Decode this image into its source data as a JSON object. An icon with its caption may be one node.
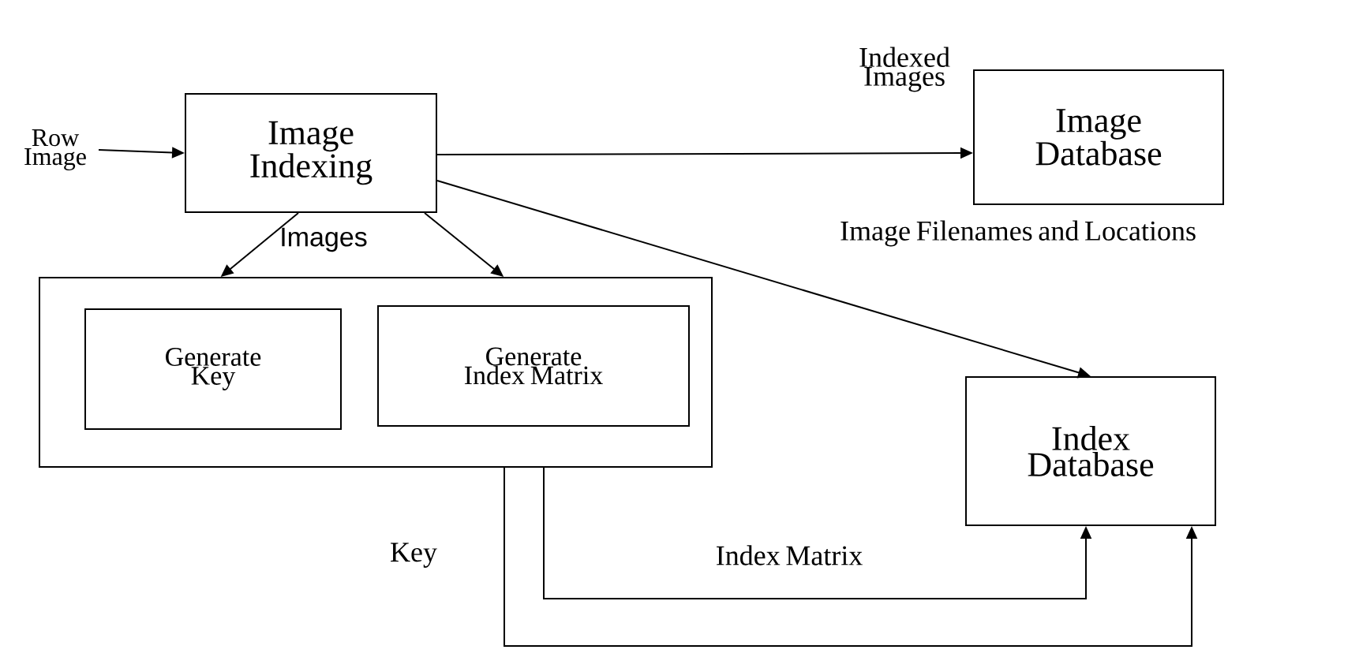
{
  "diagram": {
    "nodes": [
      {
        "text": [
          "Row Image"
        ]
      },
      {
        "text": [
          "Image Indexing"
        ]
      },
      {
        "text": [
          "Image Database"
        ]
      },
      {
        "text": [],
        "shape": "box"
      },
      {
        "text": [
          "Generate Key"
        ],
        "in": 3
      },
      {
        "text": [
          "Generate Index Matrix"
        ],
        "in": 3
      },
      {
        "text": [
          "Index Database"
        ]
      }
    ],
    "edges": [
      {
        "from": 0,
        "to": 1,
        "arrow": "to"
      },
      {
        "from": 1,
        "to": 2,
        "arrow": "to",
        "label": "Indexed Images"
      },
      {
        "from": 1,
        "to": 3,
        "arrow": "to",
        "label": "Images"
      },
      {
        "from": 1,
        "to": 3,
        "arrow": "to"
      },
      {
        "from": 1,
        "to": 6,
        "arrow": "to",
        "label": "Image Filenames and Locations"
      },
      {
        "from": 3,
        "to": 6,
        "arrow": "to",
        "label": "Index Matrix"
      },
      {
        "from": 3,
        "to": 6,
        "arrow": "to",
        "label": "Key"
      }
    ]
  }
}
